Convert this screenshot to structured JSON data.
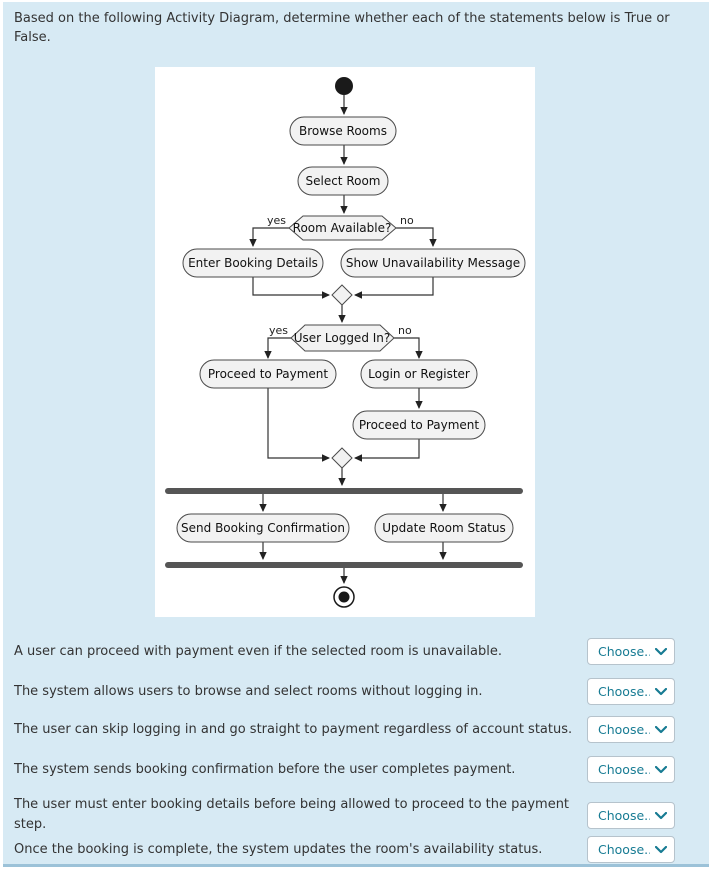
{
  "colors": {
    "panel_bg": "#d7eaf4",
    "panel_bottom_border": "#9cc2d8",
    "accent_teal": "#177b93",
    "node_fill": "#f2f2f2",
    "node_border": "#4a4a4a",
    "fork_join_bar": "#555555",
    "edge": "#333333",
    "text": "#333333"
  },
  "question": {
    "text": "Based on the following Activity Diagram, determine whether each of the statements below is True or False."
  },
  "diagram": {
    "type": "uml-activity-diagram",
    "nodes": {
      "browse_rooms": "Browse Rooms",
      "select_room": "Select Room",
      "room_available": "Room Available?",
      "enter_booking_details": "Enter Booking Details",
      "show_unavailability_message": "Show Unavailability Message",
      "user_logged_in": "User Logged In?",
      "proceed_to_payment_yes": "Proceed to Payment",
      "login_or_register": "Login or Register",
      "proceed_to_payment_after_login": "Proceed to Payment",
      "send_booking_confirmation": "Send Booking Confirmation",
      "update_room_status": "Update Room Status"
    },
    "labels": {
      "yes": "yes",
      "no": "no"
    }
  },
  "statements": [
    {
      "text": "A user can proceed with payment even if the selected room is unavailable."
    },
    {
      "text": "The system allows users to browse and select rooms without logging in."
    },
    {
      "text": "The user can skip logging in and go straight to payment regardless of account status."
    },
    {
      "text": "The system sends booking confirmation before the user completes payment."
    },
    {
      "text": "The user must enter booking details before being allowed to proceed to the payment step."
    },
    {
      "text": "Once the booking is complete, the system updates the room's availability status."
    }
  ],
  "dropdown": {
    "placeholder": "Choose..."
  }
}
